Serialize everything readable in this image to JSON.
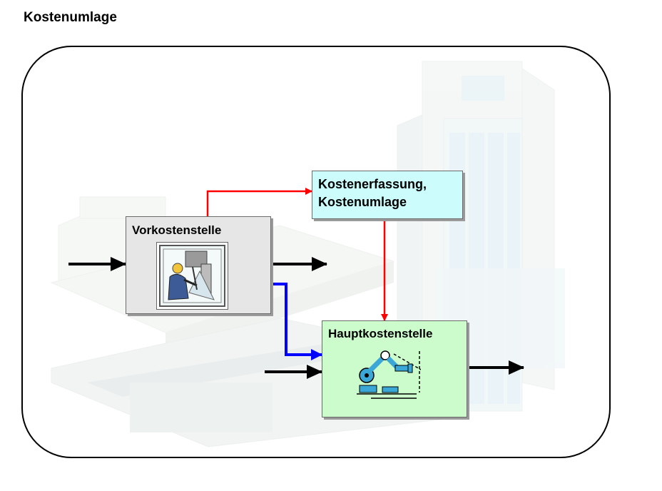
{
  "title": "Kostenumlage",
  "nodes": {
    "vorkostenstelle": "Vorkostenstelle",
    "kostenerfassung": "Kostenerfassung,\nKostenumlage",
    "hauptkostenstelle": "Hauptkostenstelle"
  },
  "icons": {
    "background": "factory-illustration-icon",
    "vorkostenstelle": "machine-operator-icon",
    "hauptkostenstelle": "industrial-robot-icon"
  },
  "colors": {
    "vorkostenstelle_fill": "#e6e6e6",
    "kostenerfassung_fill": "#ccfcfc",
    "hauptkostenstelle_fill": "#ccfccc",
    "control_flow": "#ff0000",
    "internal_flow": "#0000ff",
    "io_flow": "#000000"
  },
  "edges": [
    {
      "from": "vorkostenstelle",
      "to": "kostenerfassung",
      "color": "red"
    },
    {
      "from": "kostenerfassung",
      "to": "hauptkostenstelle",
      "color": "red"
    },
    {
      "from": "vorkostenstelle",
      "to": "hauptkostenstelle",
      "color": "blue"
    },
    {
      "from": "input",
      "to": "vorkostenstelle",
      "color": "black"
    },
    {
      "from": "vorkostenstelle",
      "to": "output",
      "color": "black"
    },
    {
      "from": "input",
      "to": "hauptkostenstelle",
      "color": "black"
    },
    {
      "from": "hauptkostenstelle",
      "to": "output",
      "color": "black"
    }
  ]
}
